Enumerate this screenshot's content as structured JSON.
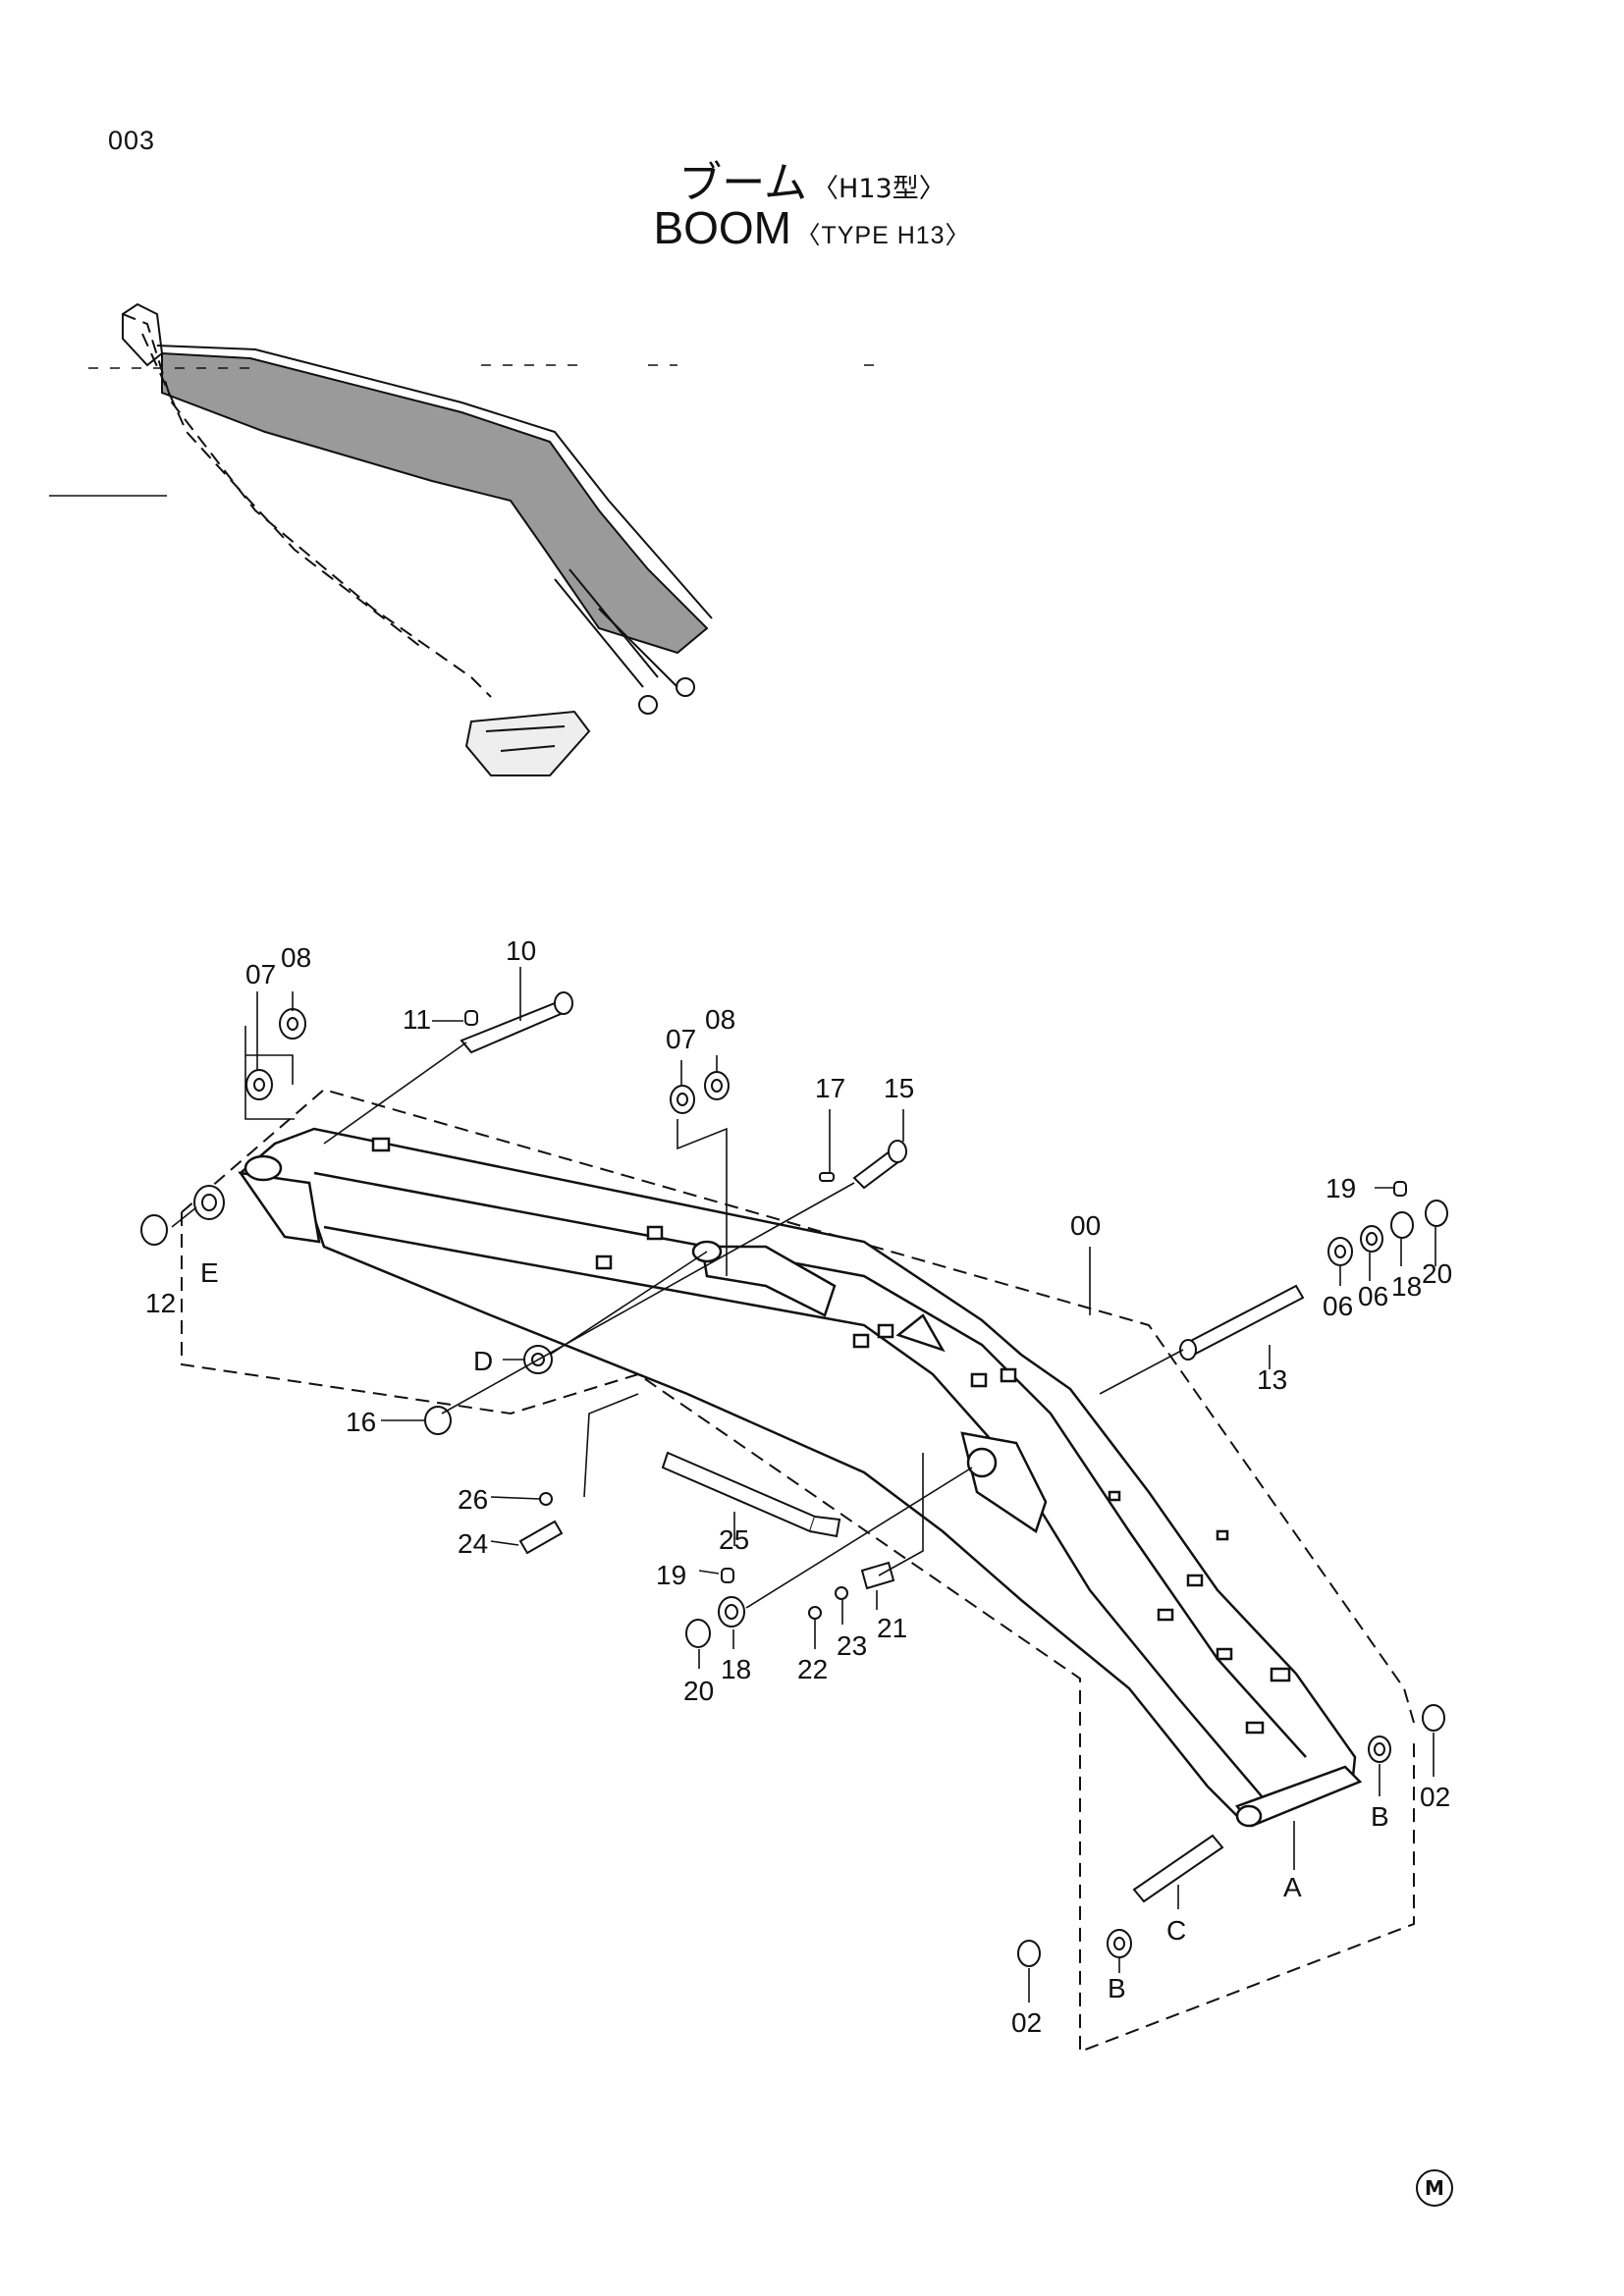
{
  "page_number": "003",
  "title": {
    "jp_main": "ブーム",
    "jp_type": "〈H13型〉",
    "en_main": "BOOM",
    "en_type": "〈TYPE H13〉"
  },
  "callouts": [
    {
      "id": "00",
      "text": "00"
    },
    {
      "id": "07a",
      "text": "07"
    },
    {
      "id": "08a",
      "text": "08"
    },
    {
      "id": "10",
      "text": "10"
    },
    {
      "id": "11",
      "text": "11"
    },
    {
      "id": "07b",
      "text": "07"
    },
    {
      "id": "08b",
      "text": "08"
    },
    {
      "id": "17",
      "text": "17"
    },
    {
      "id": "15",
      "text": "15"
    },
    {
      "id": "19a",
      "text": "19"
    },
    {
      "id": "06a",
      "text": "06"
    },
    {
      "id": "06b",
      "text": "06"
    },
    {
      "id": "18a",
      "text": "18"
    },
    {
      "id": "20a",
      "text": "20"
    },
    {
      "id": "13",
      "text": "13"
    },
    {
      "id": "12",
      "text": "12"
    },
    {
      "id": "E",
      "text": "E"
    },
    {
      "id": "D",
      "text": "D"
    },
    {
      "id": "16",
      "text": "16"
    },
    {
      "id": "26",
      "text": "26"
    },
    {
      "id": "24",
      "text": "24"
    },
    {
      "id": "25",
      "text": "25"
    },
    {
      "id": "19b",
      "text": "19"
    },
    {
      "id": "18b",
      "text": "18"
    },
    {
      "id": "20b",
      "text": "20"
    },
    {
      "id": "22",
      "text": "22"
    },
    {
      "id": "23",
      "text": "23"
    },
    {
      "id": "21",
      "text": "21"
    },
    {
      "id": "A",
      "text": "A"
    },
    {
      "id": "Ba",
      "text": "B"
    },
    {
      "id": "02a",
      "text": "02"
    },
    {
      "id": "C",
      "text": "C"
    },
    {
      "id": "Bb",
      "text": "B"
    },
    {
      "id": "02b",
      "text": "02"
    }
  ],
  "mark": "M"
}
